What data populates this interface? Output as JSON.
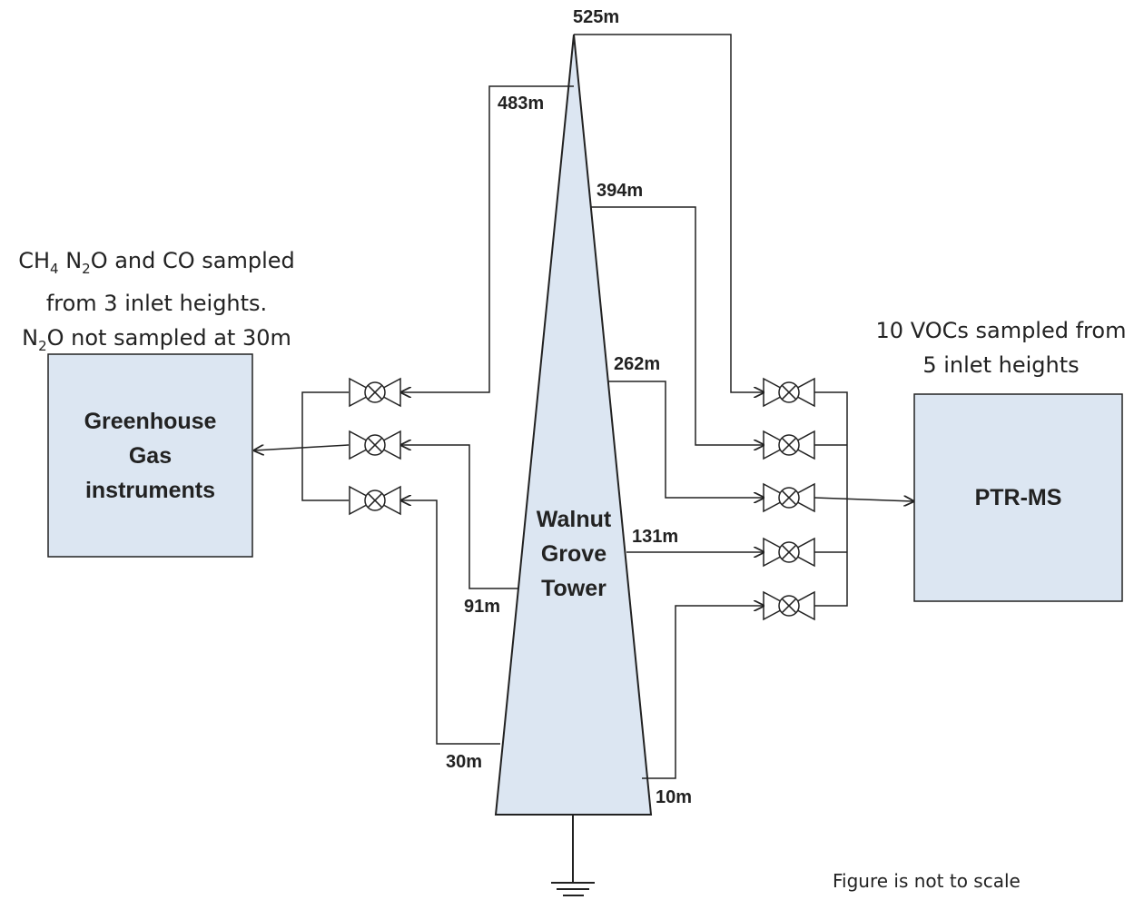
{
  "tower": {
    "name_lines": [
      "Walnut",
      "Grove",
      "Tower"
    ]
  },
  "heights": {
    "h525": "525m",
    "h483": "483m",
    "h394": "394m",
    "h262": "262m",
    "h131": "131m",
    "h91": "91m",
    "h30": "30m",
    "h10": "10m"
  },
  "ghg": {
    "box_lines": [
      "Greenhouse",
      "Gas",
      "instruments"
    ],
    "note": {
      "line1_parts": [
        "CH",
        "4",
        " N",
        "2",
        "O and CO sampled"
      ],
      "line2": "from 3 inlet heights.",
      "line3_parts": [
        "N",
        "2",
        "O not sampled at 30m"
      ]
    }
  },
  "ptr": {
    "box_label": "PTR-MS",
    "note": {
      "line1": "10 VOCs sampled from",
      "line2": "5 inlet heights"
    }
  },
  "footer": "Figure is not to scale",
  "colors": {
    "tower_fill": "#dce6f2",
    "box_fill": "#dce6f2",
    "line": "#222222"
  }
}
